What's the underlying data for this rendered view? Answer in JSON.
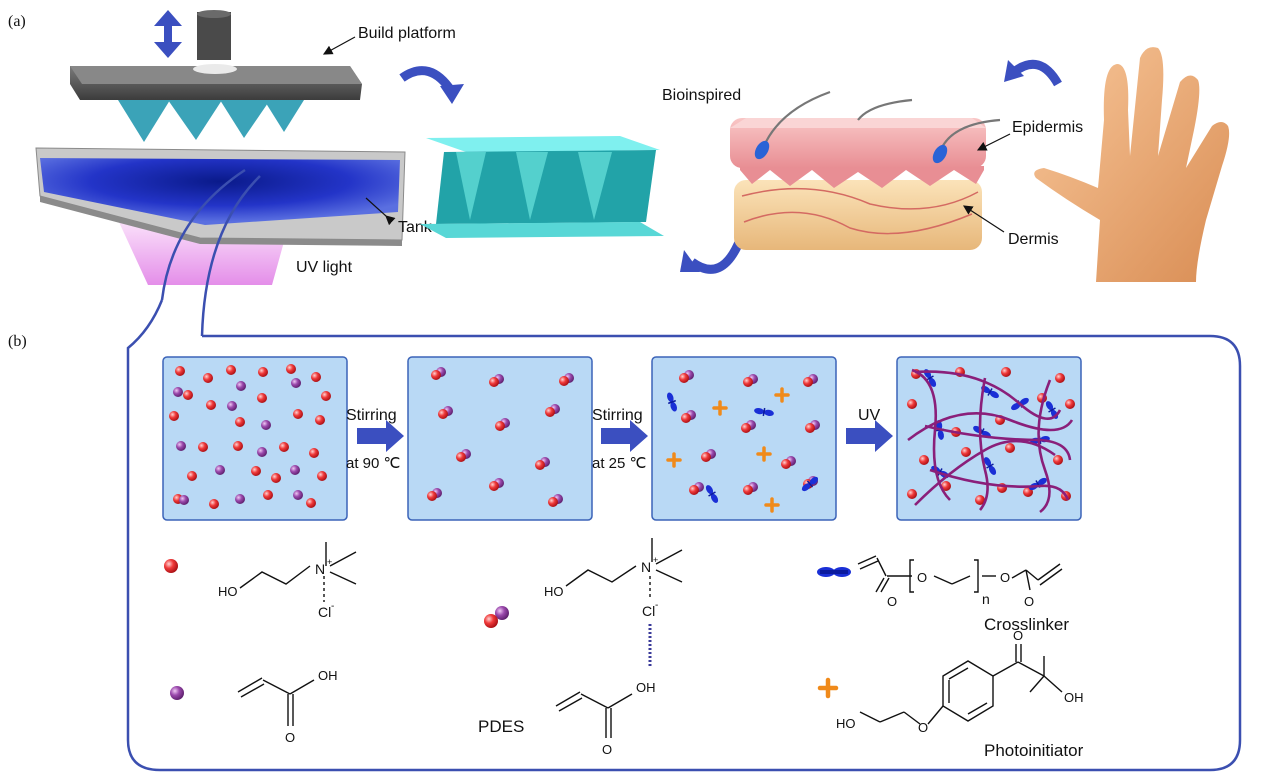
{
  "panel_a": {
    "tag": "(a)",
    "build_platform": "Build platform",
    "tank": "Tank",
    "uv_light": "UV light",
    "bioinspired": "Bioinspired",
    "epidermis": "Epidermis",
    "dermis": "Dermis"
  },
  "panel_b": {
    "tag": "(b)",
    "step1_top": "Stirring",
    "step1_bottom": "at 90 ℃",
    "step2_top": "Stirring",
    "step2_bottom": "at 25 ℃",
    "step3": "UV",
    "pdes": "PDES",
    "crosslinker": "Crosslinker",
    "photoinitiator": "Photoinitiator",
    "chem_ho": "HO",
    "chem_oh": "OH",
    "chem_o": "O",
    "chem_n": "N",
    "chem_n_sup": "+",
    "chem_cl": "Cl",
    "chem_cl_sup": "-",
    "chem_sub_n": "n"
  },
  "colors": {
    "arrow_blue": "#3b4fc0",
    "box_fill": "#b9d9f5",
    "box_stroke": "#3b63b8",
    "red_ball": "#e8222b",
    "purple_ball": "#8a3d9a",
    "orange": "#f08a1a",
    "pink_skin": "#f1a4a4",
    "tan_skin": "#f2cd96",
    "cyan": "#3fc9c6"
  }
}
